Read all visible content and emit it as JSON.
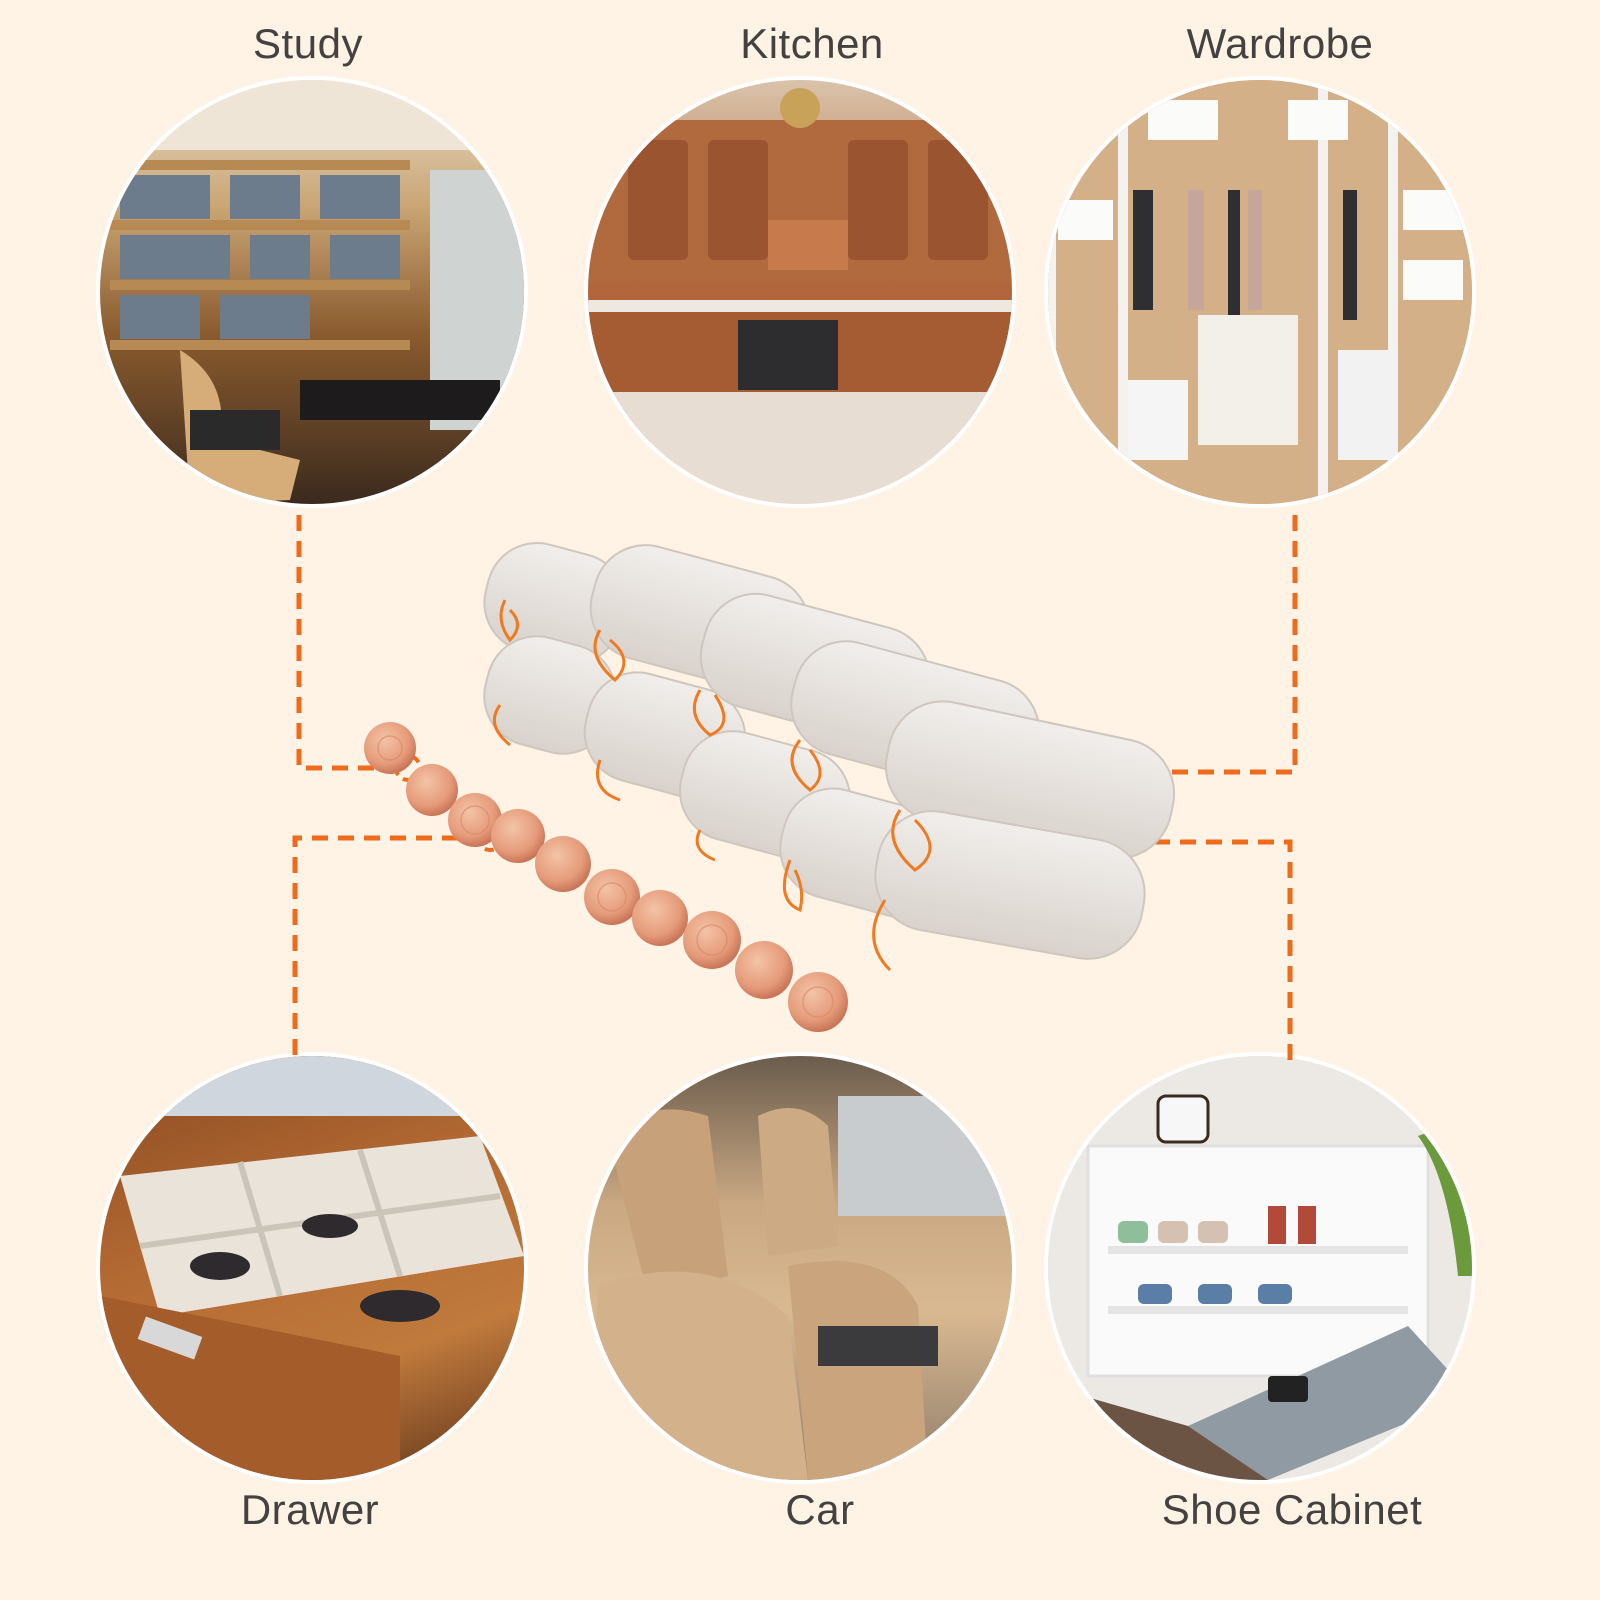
{
  "colors": {
    "background": "#fef3e5",
    "label_text": "#444141",
    "connector": "#f06a1c"
  },
  "panels": [
    {
      "id": "study",
      "label": "Study",
      "image": "study-room-photo"
    },
    {
      "id": "kitchen",
      "label": "Kitchen",
      "image": "kitchen-photo"
    },
    {
      "id": "wardrobe",
      "label": "Wardrobe",
      "image": "wardrobe-photo"
    },
    {
      "id": "drawer",
      "label": "Drawer",
      "image": "drawer-photo"
    },
    {
      "id": "car",
      "label": "Car",
      "image": "car-interior-photo"
    },
    {
      "id": "shoe_cabinet",
      "label": "Shoe Cabinet",
      "image": "shoe-cabinet-photo"
    }
  ],
  "product": {
    "image": "cedar-sachets-and-cedar-balls",
    "sachet_count": 10,
    "ball_count": 10
  }
}
